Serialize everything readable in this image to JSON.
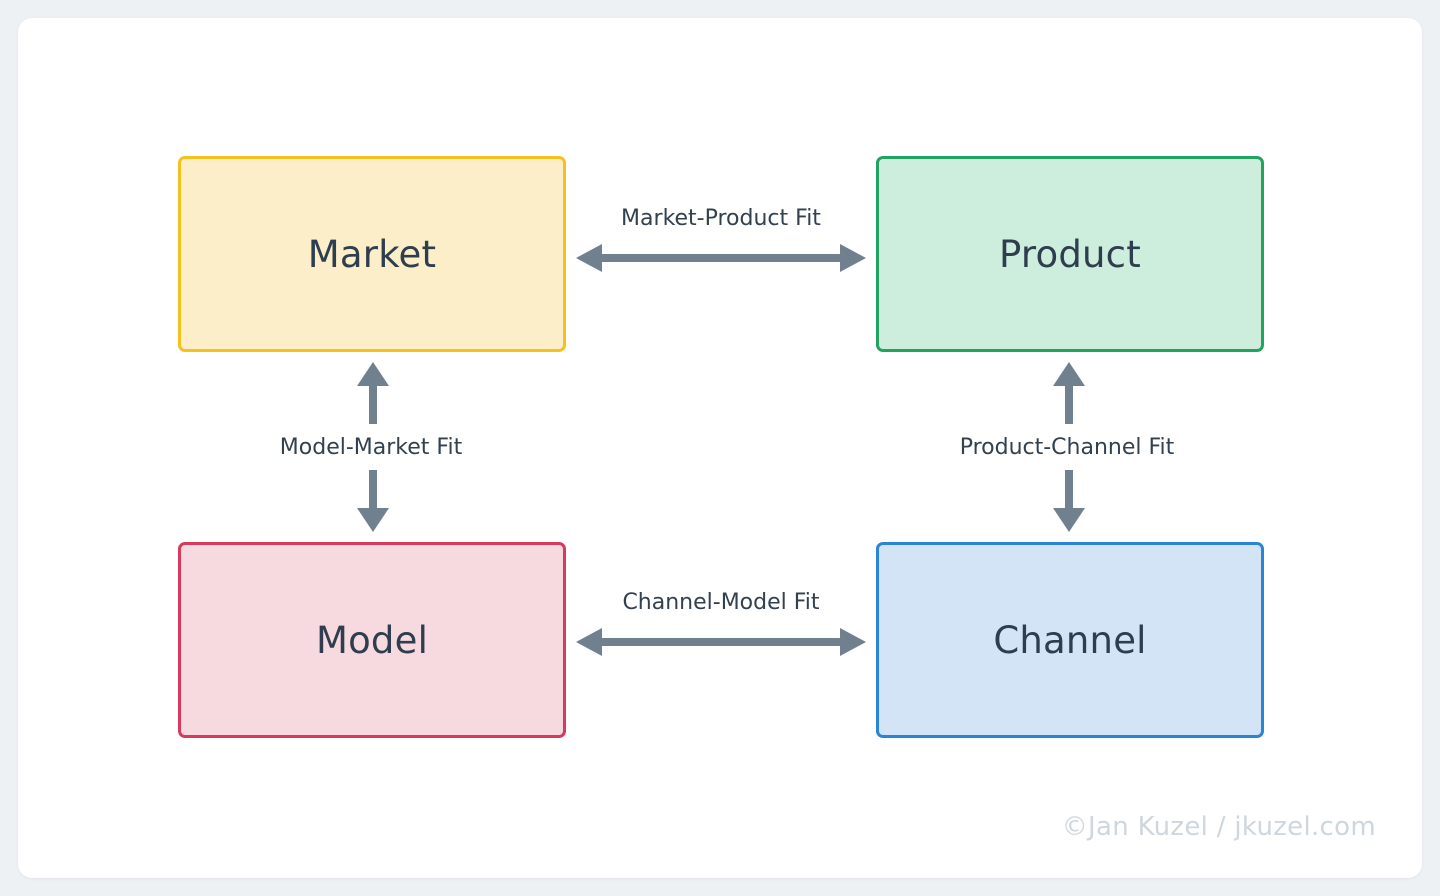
{
  "canvas": {
    "page_background": "#eef1f4",
    "card_background": "#ffffff"
  },
  "diagram": {
    "type": "relationship-grid",
    "arrow_color": "#71808f",
    "label_color": "#33414f",
    "nodes": [
      {
        "id": "market",
        "label": "Market",
        "border_color": "#f5c11e",
        "fill_color": "#fbeec8",
        "position": "top-left"
      },
      {
        "id": "product",
        "label": "Product",
        "border_color": "#22a35f",
        "fill_color": "#cdeedd",
        "position": "top-right"
      },
      {
        "id": "model",
        "label": "Model",
        "border_color": "#d63a5c",
        "fill_color": "#f7d9e0",
        "position": "bottom-left"
      },
      {
        "id": "channel",
        "label": "Channel",
        "border_color": "#2b85d6",
        "fill_color": "#d4e4f7",
        "position": "bottom-right"
      }
    ],
    "connections": [
      {
        "id": "market-product",
        "label": "Market-Product Fit",
        "from": "market",
        "to": "product",
        "orientation": "horizontal",
        "arrowheads": "both"
      },
      {
        "id": "model-market",
        "label": "Model-Market Fit",
        "from": "model",
        "to": "market",
        "orientation": "vertical",
        "arrowheads": "both"
      },
      {
        "id": "product-channel",
        "label": "Product-Channel Fit",
        "from": "product",
        "to": "channel",
        "orientation": "vertical",
        "arrowheads": "both"
      },
      {
        "id": "channel-model",
        "label": "Channel-Model Fit",
        "from": "channel",
        "to": "model",
        "orientation": "horizontal",
        "arrowheads": "both"
      }
    ]
  },
  "watermark": {
    "text": "©Jan Kuzel / jkuzel.com",
    "color": "#ced6de"
  }
}
